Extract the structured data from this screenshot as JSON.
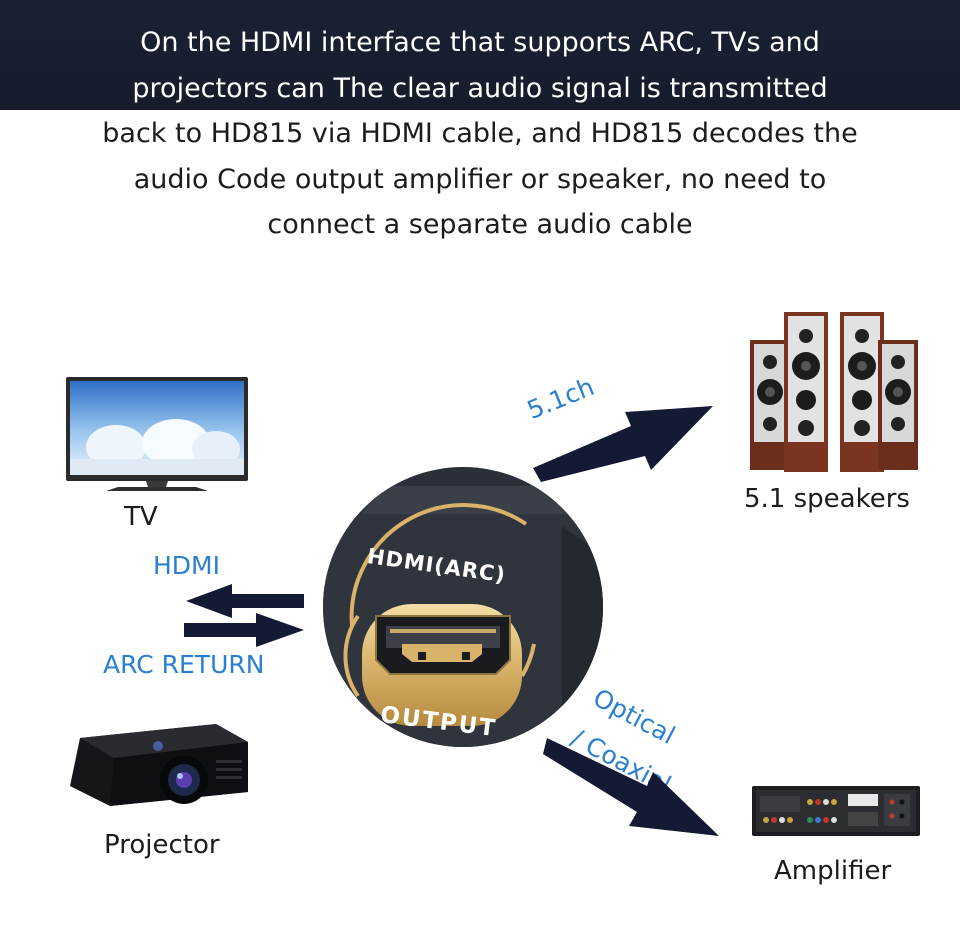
{
  "headline": {
    "lines": [
      "On the HDMI interface that supports ARC, TVs and",
      "projectors can The clear audio signal is transmitted",
      "back to HD815 via HDMI cable, and HD815 decodes the",
      "audio Code output amplifier or speaker, no need to",
      "connect a separate audio cable"
    ]
  },
  "devices": {
    "tv_label": "TV",
    "projector_label": "Projector",
    "speakers_label": "5.1 speakers",
    "amplifier_label": "Amplifier"
  },
  "links": {
    "hdmi_label": "HDMI",
    "arc_return_label": "ARC RETURN",
    "speakers_channel_label": "5.1ch",
    "optical_label": "Optical",
    "coaxial_label": "/ Coaxial"
  },
  "port": {
    "top_label": "HDMI(ARC)",
    "bottom_label": "OUTPUT"
  },
  "colors": {
    "banner": "#1a2133",
    "accent_blue": "#2a7fd0",
    "arrow_navy": "#141a33",
    "port_gold": "#d9b36a"
  }
}
